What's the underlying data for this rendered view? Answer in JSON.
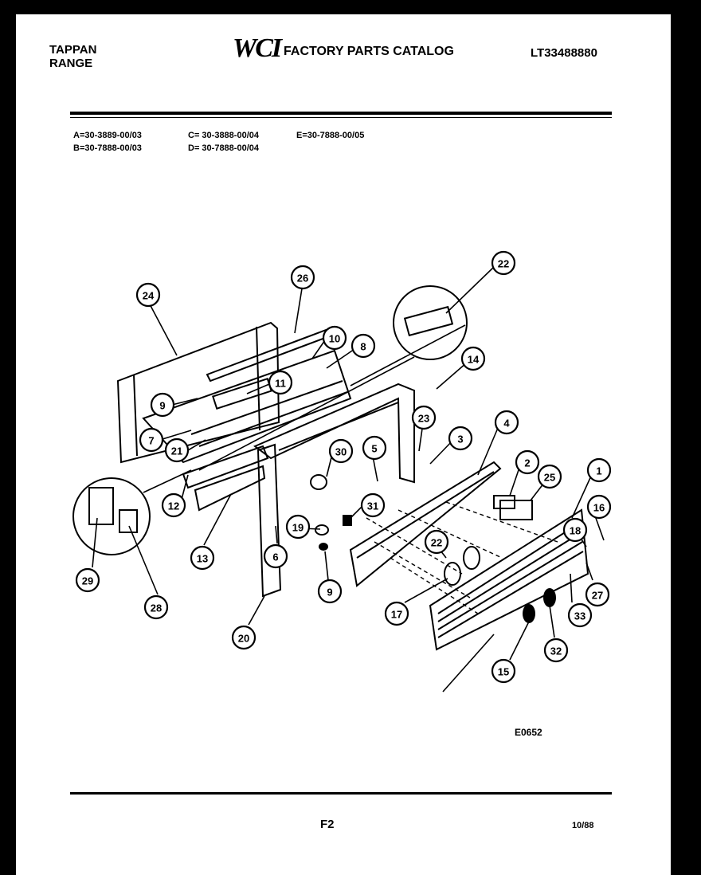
{
  "header": {
    "brand_line1": "TAPPAN",
    "brand_line2": "RANGE",
    "logo": "WCI",
    "catalog_title": "FACTORY PARTS CATALOG",
    "catalog_number": "LT33488880"
  },
  "models": [
    "A=30-3889-00/03",
    "B=30-7888-00/03",
    "C= 30-3888-00/04",
    "D= 30-7888-00/04",
    "E=30-7888-00/05"
  ],
  "callouts": [
    "24",
    "26",
    "22",
    "10",
    "8",
    "14",
    "9",
    "11",
    "7",
    "21",
    "23",
    "3",
    "4",
    "30",
    "5",
    "2",
    "25",
    "1",
    "12",
    "31",
    "16",
    "29",
    "28",
    "13",
    "19",
    "18",
    "22",
    "6",
    "20",
    "9",
    "17",
    "27",
    "33",
    "32",
    "15"
  ],
  "footer": {
    "drawing_number": "E0652",
    "page": "F2",
    "date": "10/88"
  }
}
